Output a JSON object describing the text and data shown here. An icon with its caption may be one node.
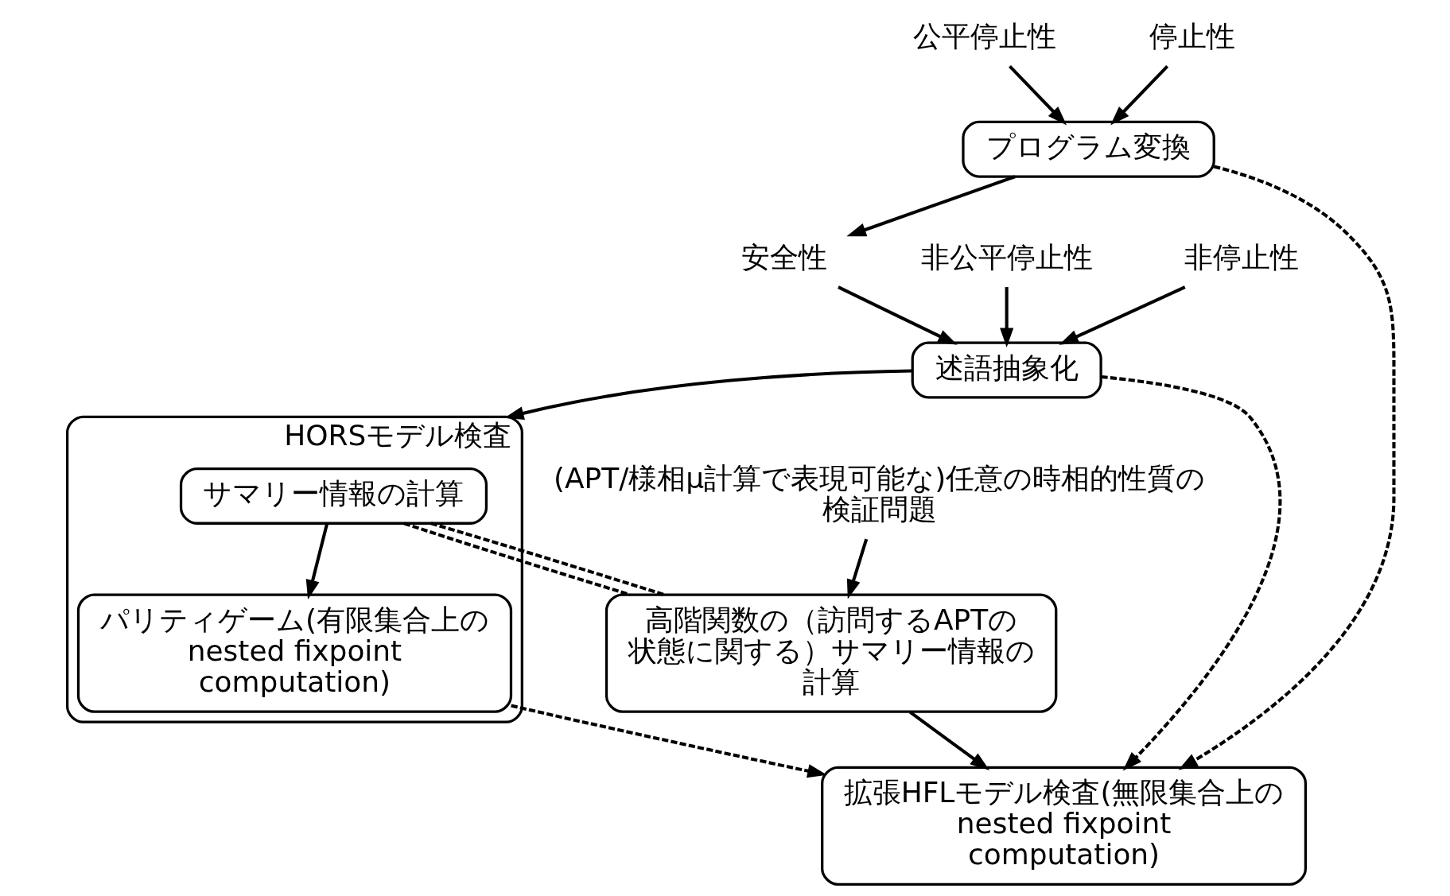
{
  "diagram": {
    "nodes": [
      {
        "text": [
          "公平停止性"
        ]
      },
      {
        "text": [
          "停止性"
        ]
      },
      {
        "text": [
          "プログラム変換"
        ]
      },
      {
        "text": [
          "非公平停止性"
        ]
      },
      {
        "text": [
          "非停止性"
        ]
      },
      {
        "text": [
          "安全性"
        ]
      },
      {
        "text": [
          "述語抽象化"
        ]
      },
      {
        "text": [
          "HORSモデル検査"
        ]
      },
      {
        "text": [
          "サマリー情報の計算"
        ],
        "in": 7
      },
      {
        "text": [
          "パリティゲーム(有限集合上の nested fixpoint computation)"
        ],
        "in": 7
      },
      {
        "text": [
          "(APT/様相μ計算で表現可能な)任意の時相的性質の検証問題"
        ]
      },
      {
        "text": [
          "高階関数の（訪問するAPTの状態に関する）サマリー情報の計算"
        ]
      },
      {
        "text": [
          "拡張HFLモデル検査(無限集合上の nested fixpoint computation)"
        ]
      }
    ],
    "edges": [
      {
        "from": 0,
        "to": 2,
        "arrow": "to"
      },
      {
        "from": 1,
        "to": 2,
        "arrow": "to"
      },
      {
        "from": 2,
        "to": 5,
        "arrow": "to"
      },
      {
        "from": 3,
        "to": 6,
        "arrow": "to"
      },
      {
        "from": 4,
        "to": 6,
        "arrow": "to"
      },
      {
        "from": 5,
        "to": 6,
        "arrow": "to"
      },
      {
        "from": 6,
        "to": 7,
        "arrow": "to"
      },
      {
        "from": 8,
        "to": 9,
        "arrow": "to"
      },
      {
        "from": 10,
        "to": 11,
        "arrow": "to"
      },
      {
        "from": 11,
        "to": 12,
        "arrow": "to"
      },
      {
        "from": 2,
        "to": 12,
        "arrow": "to",
        "style": "dashed"
      },
      {
        "from": 6,
        "to": 12,
        "arrow": "to",
        "style": "dashed"
      },
      {
        "from": 9,
        "to": 12,
        "arrow": "to",
        "style": "dashed"
      },
      {
        "from": 8,
        "to": 11,
        "arrow": "none",
        "style": "dashed"
      },
      {
        "from": 8,
        "to": 11,
        "arrow": "none",
        "style": "dashed"
      }
    ]
  }
}
